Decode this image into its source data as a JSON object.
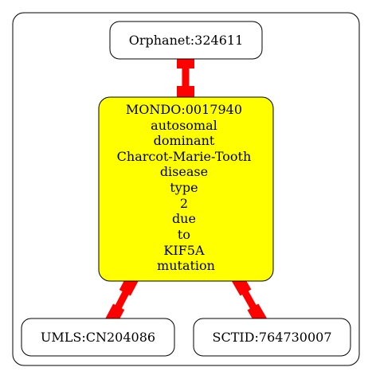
{
  "graph": {
    "colors": {
      "container_border": "#000000",
      "node_border": "#000000",
      "node_fill": "#ffffff",
      "center_fill": "#ffff00",
      "edge": "#ff0000"
    },
    "nodes": {
      "orphanet": {
        "label": "Orphanet:324611"
      },
      "mondo": {
        "lines": [
          "MONDO:0017940",
          "autosomal",
          "dominant",
          "Charcot-Marie-Tooth",
          "disease",
          "type",
          "2",
          "due",
          "to",
          "KIF5A",
          "mutation"
        ]
      },
      "umls": {
        "label": "UMLS:CN204086"
      },
      "sctid": {
        "label": "SCTID:764730007"
      }
    },
    "edges": [
      {
        "from": "orphanet",
        "to": "mondo"
      },
      {
        "from": "mondo",
        "to": "umls"
      },
      {
        "from": "mondo",
        "to": "sctid"
      }
    ]
  }
}
